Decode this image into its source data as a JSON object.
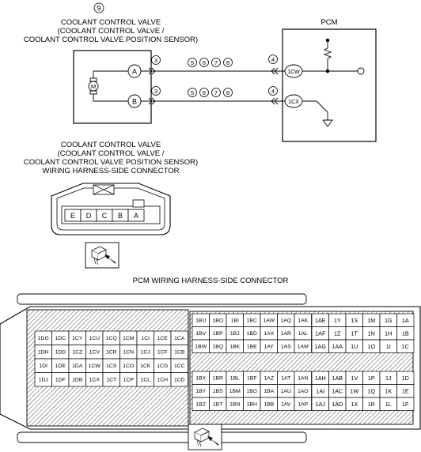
{
  "schematic": {
    "callout_main": "9",
    "component_title": [
      "COOLANT CONTROL VALVE",
      "(COOLANT CONTROL VALVE /",
      "COOLANT CONTROL VALVE POSITION SENSOR)"
    ],
    "motor_symbol": "M",
    "pcm_label": "PCM",
    "valve_pins": [
      "A",
      "B"
    ],
    "pcm_pins": [
      "1CW",
      "1CX"
    ],
    "wire_top": {
      "left_ref": "3",
      "mid_refs": [
        "5",
        "6",
        "7",
        "8"
      ],
      "right_ref": "4"
    },
    "wire_bottom": {
      "left_ref": "3",
      "mid_refs": [
        "5",
        "6",
        "7",
        "8"
      ],
      "right_ref": "4"
    }
  },
  "valve_connector": {
    "title": [
      "COOLANT CONTROL VALVE",
      "(COOLANT CONTROL VALVE /",
      "COOLANT CONTROL VALVE POSITION SENSOR)",
      "WIRING HARNESS-SIDE CONNECTOR"
    ],
    "pins": [
      "E",
      "D",
      "C",
      "B",
      "A"
    ]
  },
  "pcm_connector": {
    "title": "PCM WIRING HARNESS-SIDE CONNECTOR",
    "left_block": [
      [
        "1DG",
        "1DC",
        "1CY",
        "1CU",
        "1CQ",
        "1CM",
        "1CI",
        "1CE",
        "1CA"
      ],
      [
        "1DH",
        "1DD",
        "1CZ",
        "1CV",
        "1CR",
        "1CN",
        "1CJ",
        "1CF",
        "1CB"
      ],
      [
        "1DI",
        "1DE",
        "1DA",
        "1CW",
        "1CS",
        "1CO",
        "1CK",
        "1CG",
        "1CC"
      ],
      [
        "1DJ",
        "1DF",
        "1DB",
        "1CX",
        "1CT",
        "1CP",
        "1CL",
        "1CH",
        "1CD"
      ]
    ],
    "middle_top": [
      [
        "1BU",
        "1BO",
        "1BI",
        "1BC",
        "1AW",
        "1AQ",
        "1AK"
      ],
      [
        "1BV",
        "1BP",
        "1BJ",
        "1BD",
        "1AX",
        "1AR",
        "1AL"
      ],
      [
        "1BW",
        "1BQ",
        "1BK",
        "1BE",
        "1AY",
        "1AS",
        "1AM"
      ]
    ],
    "middle_bottom": [
      [
        "1BX",
        "1BR",
        "1BL",
        "1BF",
        "1AZ",
        "1AT",
        "1AN"
      ],
      [
        "1BY",
        "1BS",
        "1BM",
        "1BG",
        "1BA",
        "1AU",
        "1AO"
      ],
      [
        "1BZ",
        "1BT",
        "1BN",
        "1BH",
        "1BB",
        "1AV",
        "1AP"
      ]
    ],
    "right_top": [
      [
        "1AE",
        "1Y",
        "1S",
        "1M",
        "1G",
        "1A"
      ],
      [
        "1AF",
        "1Z",
        "1T",
        "1N",
        "1H",
        "1B"
      ],
      [
        "1AG",
        "1AA",
        "1U",
        "1O",
        "1I",
        "1C"
      ]
    ],
    "right_bottom": [
      [
        "1AH",
        "1AB",
        "1V",
        "1P",
        "1J",
        "1D"
      ],
      [
        "1AI",
        "1AC",
        "1W",
        "1Q",
        "1K",
        "1E"
      ],
      [
        "1AJ",
        "1AD",
        "1X",
        "1R",
        "1L",
        "1F"
      ]
    ]
  }
}
